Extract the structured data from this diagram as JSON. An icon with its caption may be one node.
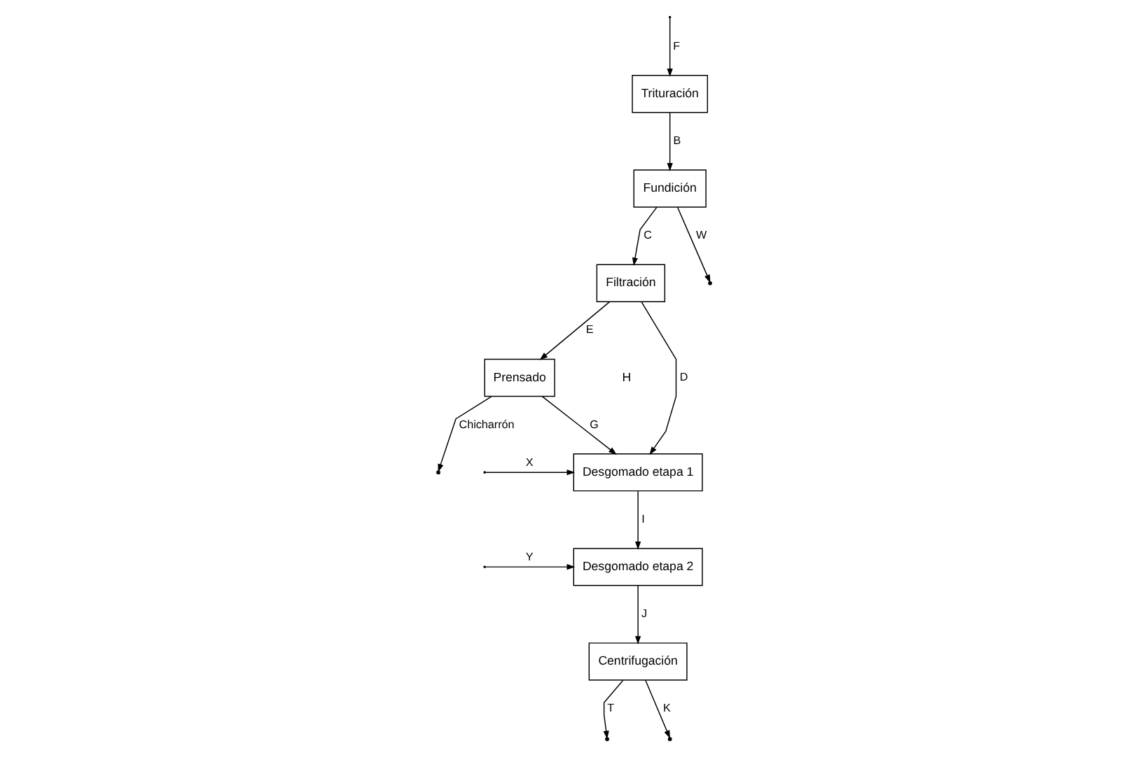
{
  "diagram": {
    "nodes": [
      {
        "text": [
          "Trituración"
        ]
      },
      {
        "text": [
          "Fundición"
        ]
      },
      {
        "text": [
          "Filtración"
        ]
      },
      {
        "text": [
          "Prensado"
        ]
      },
      {
        "text": [
          "Desgomado etapa 1"
        ]
      },
      {
        "text": [
          "Desgomado etapa 2"
        ]
      },
      {
        "text": [
          "Centrifugación"
        ]
      }
    ],
    "edges": [
      {
        "from": null,
        "to": 0,
        "arrow": "to",
        "label": "F"
      },
      {
        "from": 0,
        "to": 1,
        "arrow": "to",
        "label": "B"
      },
      {
        "from": 1,
        "to": 2,
        "arrow": "to",
        "label": "C"
      },
      {
        "from": 2,
        "to": 3,
        "arrow": "to",
        "label": "E"
      },
      {
        "from": 3,
        "to": null,
        "arrow": "to",
        "label": "Chicharrón"
      },
      {
        "from": 1,
        "to": null,
        "arrow": "to",
        "label": "W"
      },
      {
        "from": 2,
        "to": 4,
        "arrow": "to",
        "label": "D"
      },
      {
        "from": 3,
        "to": 4,
        "arrow": "to",
        "label": "G"
      },
      {
        "from": null,
        "to": 4,
        "arrow": "to",
        "label": "X"
      },
      {
        "from": 4,
        "to": 5,
        "arrow": "to",
        "label": "I"
      },
      {
        "from": null,
        "to": 5,
        "arrow": "to",
        "label": "Y"
      },
      {
        "from": 5,
        "to": 6,
        "arrow": "to",
        "label": "J"
      },
      {
        "from": 6,
        "to": null,
        "arrow": "to",
        "label": "T"
      },
      {
        "from": 6,
        "to": null,
        "arrow": "to",
        "label": "K"
      }
    ],
    "labels": [
      "H"
    ]
  }
}
